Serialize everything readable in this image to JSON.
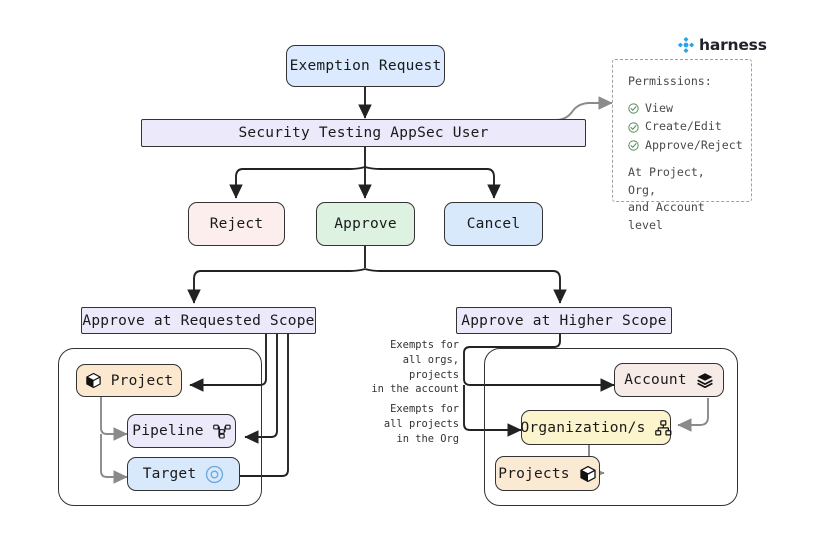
{
  "brand": {
    "name": "harness",
    "logo_icon": "harness-diamond-logo",
    "logo_color": "#2aa3e8"
  },
  "flow": {
    "start": {
      "label": "Exemption Request",
      "color": "#dbeafe"
    },
    "actor": {
      "label": "Security Testing AppSec User",
      "color": "#ece9fb"
    },
    "actions": [
      {
        "label": "Reject",
        "color": "#fdeeee"
      },
      {
        "label": "Approve",
        "color": "#ddf2e0"
      },
      {
        "label": "Cancel",
        "color": "#d8e9fb"
      }
    ],
    "scopes": [
      {
        "label": "Approve at Requested Scope",
        "color": "#ece9fb"
      },
      {
        "label": "Approve at Higher Scope",
        "color": "#ece9fb"
      }
    ]
  },
  "permissions": {
    "title": "Permissions:",
    "items": [
      {
        "label": "View",
        "icon": "check-circle-icon"
      },
      {
        "label": "Create/Edit",
        "icon": "check-circle-icon"
      },
      {
        "label": "Approve/Reject",
        "icon": "check-circle-icon"
      }
    ],
    "footer_line1": "At Project, Org,",
    "footer_line2": "and Account level",
    "check_color": "#5a8f5e"
  },
  "requested_scope": {
    "nodes": [
      {
        "label": "Project",
        "icon": "cube-icon",
        "color": "#fbe8cf"
      },
      {
        "label": "Pipeline",
        "icon": "pipeline-icon",
        "color": "#ece9fb"
      },
      {
        "label": "Target",
        "icon": "target-circle-icon",
        "color": "#d8e9fb"
      }
    ]
  },
  "higher_scope": {
    "nodes": [
      {
        "label": "Account",
        "icon": "layers-icon",
        "color": "#f7ebe8"
      },
      {
        "label": "Organization/s",
        "icon": "org-tree-icon",
        "color": "#fbf4cd"
      },
      {
        "label": "Projects",
        "icon": "cube-icon",
        "color": "#fbead3"
      }
    ],
    "annotations": [
      "Exempts for\nall orgs, projects\nin the account",
      "Exempts for\nall projects\nin the Org"
    ]
  }
}
